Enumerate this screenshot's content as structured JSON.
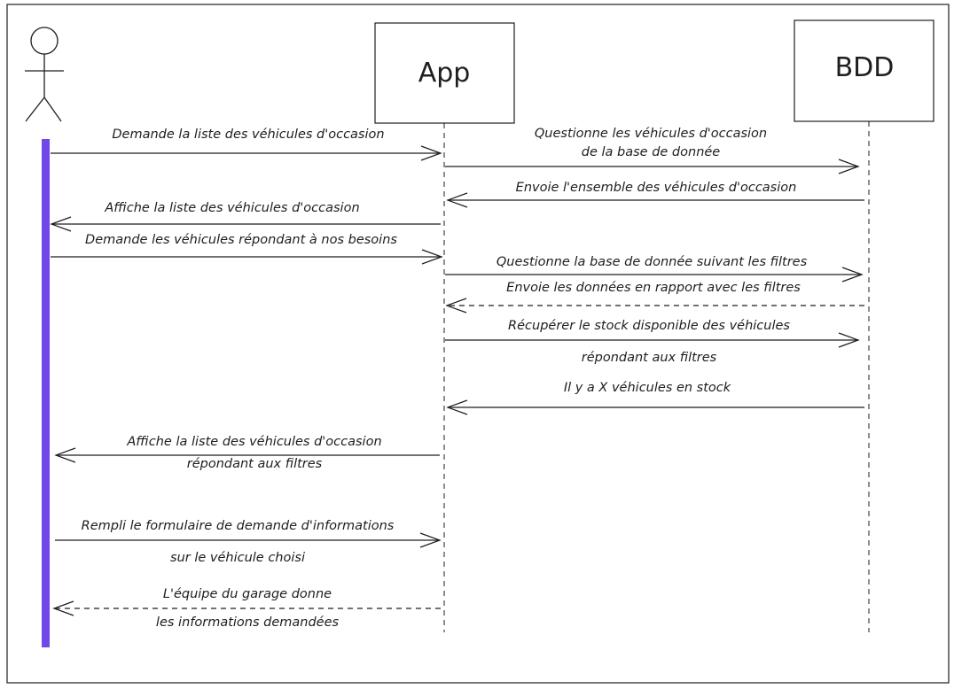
{
  "participants": {
    "app": {
      "label": "App"
    },
    "bdd": {
      "label": "BDD"
    }
  },
  "messages": [
    {
      "lines": [
        "Demande la liste des véhicules d'occasion"
      ]
    },
    {
      "lines": [
        "Questionne les véhicules d'occasion",
        "de la base de donnée"
      ]
    },
    {
      "lines": [
        "Envoie l'ensemble des véhicules d'occasion"
      ]
    },
    {
      "lines": [
        "Affiche la liste des véhicules d'occasion"
      ]
    },
    {
      "lines": [
        "Demande les véhicules répondant à nos besoins"
      ]
    },
    {
      "lines": [
        "Questionne la base de donnée suivant les filtres"
      ]
    },
    {
      "lines": [
        "Envoie les données en rapport avec les filtres"
      ]
    },
    {
      "lines": [
        "Récupérer le stock disponible des véhicules",
        "répondant aux filtres"
      ]
    },
    {
      "lines": [
        "Il y a X véhicules en stock"
      ]
    },
    {
      "lines": [
        "Affiche la liste des véhicules d'occasion",
        "répondant aux filtres"
      ]
    },
    {
      "lines": [
        "Rempli le formulaire de demande d'informations",
        "sur le véhicule choisi"
      ]
    },
    {
      "lines": [
        "L'équipe du garage donne",
        "les informations demandées"
      ]
    }
  ],
  "colors": {
    "stroke": "#1e1e1e",
    "activation": "#7048e8"
  }
}
